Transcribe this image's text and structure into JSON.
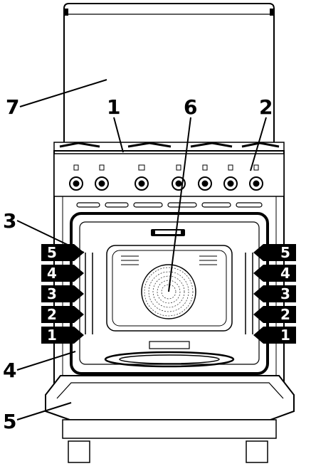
{
  "diagram": {
    "callouts": [
      {
        "id": "7",
        "label": "7"
      },
      {
        "id": "1",
        "label": "1"
      },
      {
        "id": "6",
        "label": "6"
      },
      {
        "id": "2",
        "label": "2"
      },
      {
        "id": "3",
        "label": "3"
      },
      {
        "id": "4",
        "label": "4"
      },
      {
        "id": "5",
        "label": "5"
      }
    ],
    "shelf_levels_left": [
      "5",
      "4",
      "3",
      "2",
      "1"
    ],
    "shelf_levels_right": [
      "5",
      "4",
      "3",
      "2",
      "1"
    ],
    "icons": [
      "lid",
      "control-panel",
      "oven-light",
      "fan",
      "burner-knob",
      "oven-knob"
    ]
  }
}
